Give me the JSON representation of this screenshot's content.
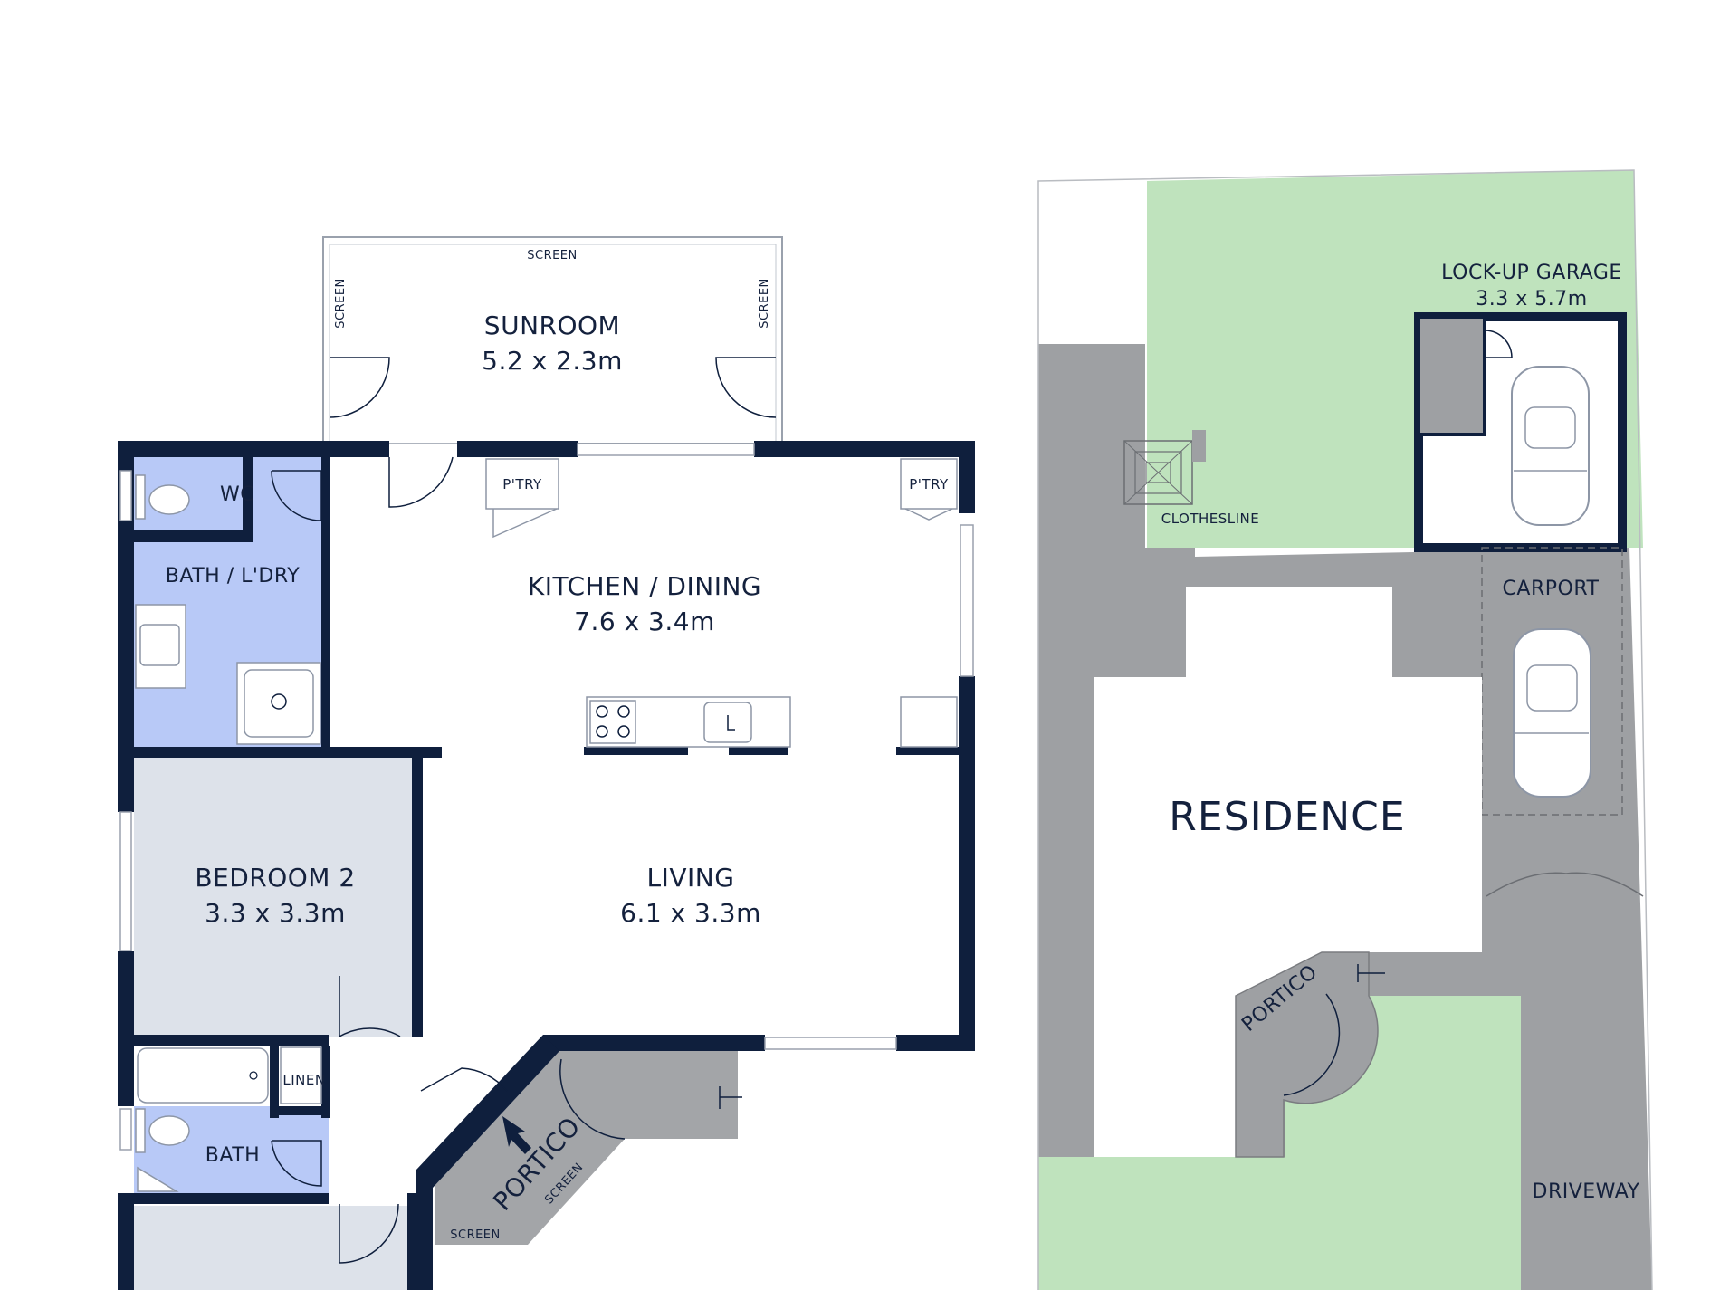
{
  "colors": {
    "wall": "#0f1f3d",
    "wet_area": "#b8c9f7",
    "bedroom_fill": "#dde2ea",
    "paving": "#9ea0a3",
    "lawn": "#bfe3bd",
    "text": "#14213d"
  },
  "floor_plan": {
    "sunroom": {
      "name": "SUNROOM",
      "dims": "5.2 x 2.3m"
    },
    "screen_labels": {
      "top": "SCREEN",
      "left": "SCREEN",
      "right": "SCREEN",
      "portico_side": "SCREEN",
      "portico_bottom": "SCREEN"
    },
    "wc": {
      "name": "WC"
    },
    "bath_laundry": {
      "name": "BATH / L'DRY"
    },
    "pantry_left": {
      "name": "P'TRY"
    },
    "pantry_right": {
      "name": "P'TRY"
    },
    "kitchen_dining": {
      "name": "KITCHEN / DINING",
      "dims": "7.6 x 3.4m"
    },
    "bedroom2": {
      "name": "BEDROOM 2",
      "dims": "3.3 x 3.3m"
    },
    "living": {
      "name": "LIVING",
      "dims": "6.1 x 3.3m"
    },
    "linen": {
      "name": "LINEN"
    },
    "bath": {
      "name": "BATH"
    },
    "portico": {
      "name": "PORTICO"
    }
  },
  "site_plan": {
    "garage": {
      "name": "LOCK-UP GARAGE",
      "dims": "3.3 x 5.7m"
    },
    "clothesline": {
      "name": "CLOTHESLINE"
    },
    "carport": {
      "name": "CARPORT"
    },
    "residence": {
      "name": "RESIDENCE"
    },
    "portico": {
      "name": "PORTICO"
    },
    "driveway": {
      "name": "DRIVEWAY"
    }
  },
  "icons": [
    "entry-arrow-icon",
    "door-swing-icon",
    "car-icon",
    "clothesline-icon",
    "toilet-icon",
    "bathtub-icon",
    "sink-icon",
    "cooktop-icon",
    "shower-icon"
  ]
}
